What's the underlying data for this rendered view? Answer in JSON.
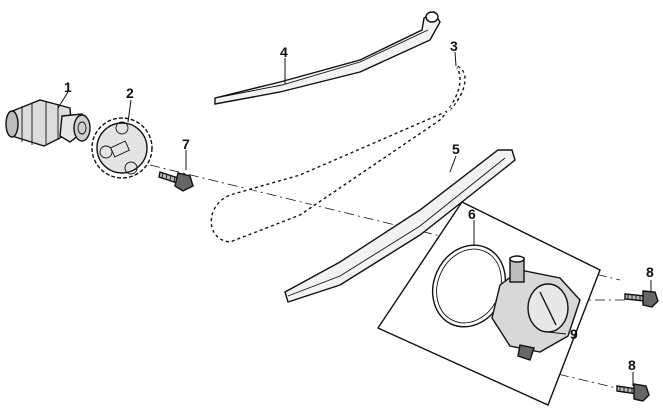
{
  "callouts": [
    {
      "id": "1",
      "part": "camshaft"
    },
    {
      "id": "2",
      "part": "cam-sprocket"
    },
    {
      "id": "3",
      "part": "cam-chain"
    },
    {
      "id": "4",
      "part": "chain-guide"
    },
    {
      "id": "5",
      "part": "chain-tensioner-slipper"
    },
    {
      "id": "6",
      "part": "o-ring"
    },
    {
      "id": "7",
      "part": "sprocket-bolt"
    },
    {
      "id": "8",
      "part": "mounting-bolt"
    },
    {
      "id": "9",
      "part": "chain-tensioner"
    }
  ],
  "colors": {
    "line": "#111111",
    "fill_light": "#f2f2f2",
    "fill_mid": "#cfcfcf",
    "fill_dark": "#555555"
  },
  "icons": [
    "camshaft-icon",
    "sprocket-icon",
    "chain-icon",
    "chain-guide-icon",
    "tensioner-slipper-icon",
    "o-ring-icon",
    "bolt-icon",
    "tensioner-icon"
  ]
}
